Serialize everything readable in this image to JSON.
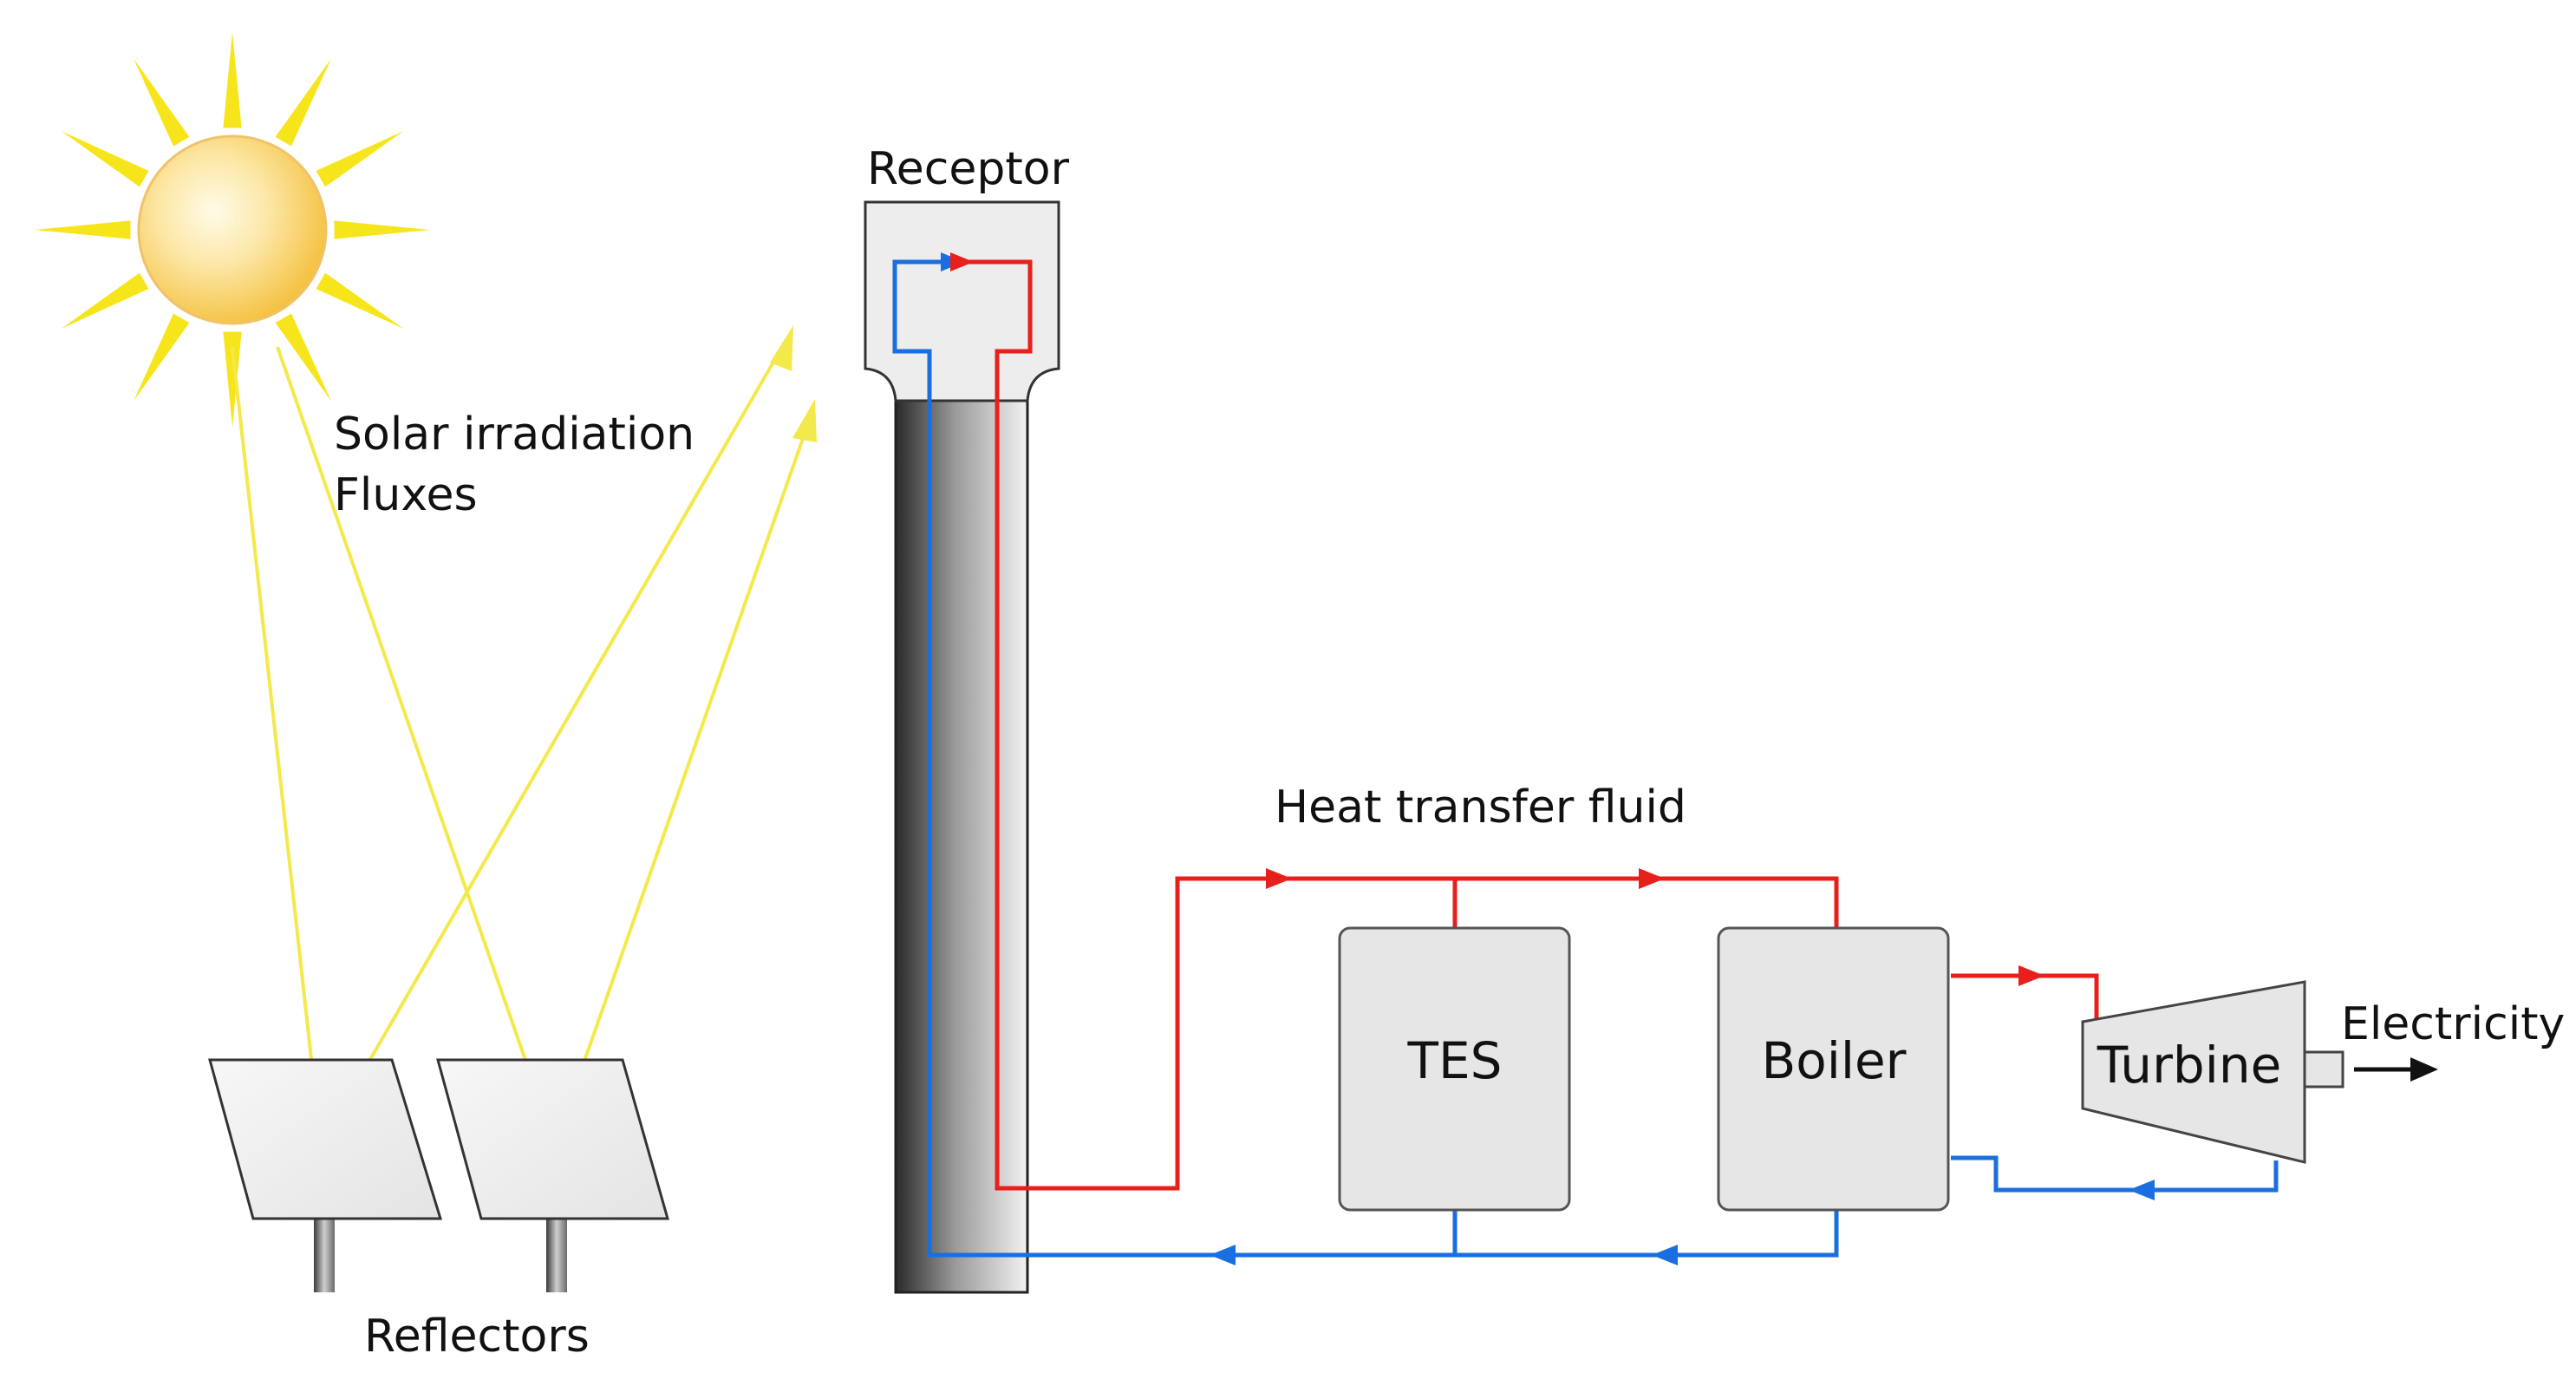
{
  "labels": {
    "receptor": "Receptor",
    "solar_line1": "Solar irradiation",
    "solar_line2": "Fluxes",
    "reflectors": "Reflectors",
    "heat_transfer_fluid": "Heat transfer fluid",
    "tes": "TES",
    "boiler": "Boiler",
    "turbine": "Turbine",
    "electricity": "Electricity"
  },
  "colors": {
    "hot_line": "#e8201c",
    "cold_line": "#1a6fe0",
    "sun_ray": "#f7e51c",
    "sun_core": "#f6c23a",
    "light_ray": "#f4e94a",
    "box_fill": "#e6e6e6",
    "box_stroke": "#555555"
  },
  "icons": [
    "sun-icon",
    "reflector-panel-icon",
    "tower-icon",
    "turbine-icon",
    "arrow-icon"
  ]
}
